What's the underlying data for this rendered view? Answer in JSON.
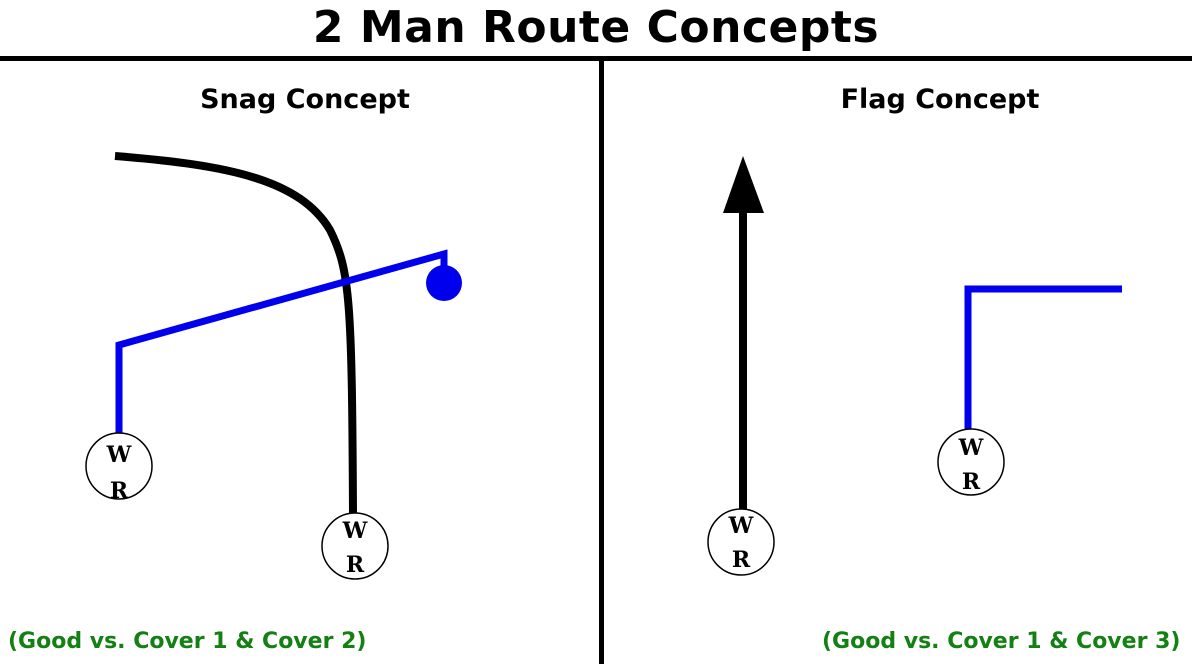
{
  "title": "2 Man Route Concepts",
  "colors": {
    "route_primary": "#000000",
    "route_secondary": "#0000ee",
    "note_text": "#138013",
    "divider": "#000000"
  },
  "panels": [
    {
      "name": "Snag Concept",
      "note": "(Good vs. Cover 1 & Cover 2)",
      "receivers": [
        {
          "label_top": "W",
          "label_bottom": "R",
          "route": "blue corner-flat route with ball marker"
        },
        {
          "label_top": "W",
          "label_bottom": "R",
          "route": "black vertical route breaking outside"
        }
      ],
      "markers": [
        {
          "type": "ball-icon",
          "color": "#0000ee"
        }
      ]
    },
    {
      "name": "Flag Concept",
      "note": "(Good vs. Cover 1 & Cover 3)",
      "receivers": [
        {
          "label_top": "W",
          "label_bottom": "R",
          "route": "black vertical go route with arrow"
        },
        {
          "label_top": "W",
          "label_bottom": "R",
          "route": "blue vertical route breaking outside"
        }
      ]
    }
  ]
}
